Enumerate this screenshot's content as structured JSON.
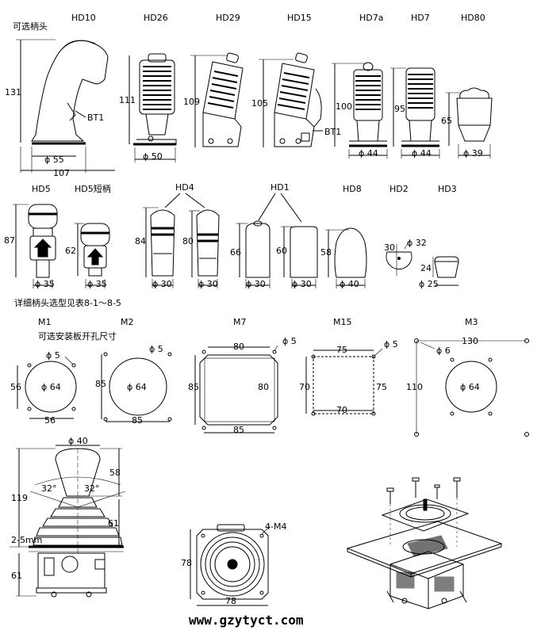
{
  "captions": {
    "optional_handles": "可选柄头",
    "handle_table_note": "详细柄头选型见表8-1～8-5",
    "panel_cutout": "可选安装板开孔尺寸",
    "website": "www.gzytyct.com"
  },
  "handles": {
    "hd10": {
      "name": "HD10",
      "height": "131",
      "base": "ϕ 55",
      "width": "107",
      "tag": "BT1"
    },
    "hd26": {
      "name": "HD26",
      "height": "111",
      "base": "ϕ 50"
    },
    "hd29": {
      "name": "HD29",
      "height": "109"
    },
    "hd15": {
      "name": "HD15",
      "height": "105",
      "tag": "BT1"
    },
    "hd7a": {
      "name": "HD7a",
      "height": "100",
      "base": "ϕ 44"
    },
    "hd7": {
      "name": "HD7",
      "height": "95",
      "base": "ϕ 44"
    },
    "hd80": {
      "name": "HD80",
      "height": "65",
      "base": "ϕ 39"
    },
    "hd5": {
      "name": "HD5",
      "height": "87",
      "base": "ϕ 35"
    },
    "hd5s": {
      "name": "HD5短柄",
      "height": "62",
      "base": "ϕ 35"
    },
    "hd4": {
      "name": "HD4",
      "height_a": "84",
      "height_b": "80",
      "base_a": "ϕ 30",
      "base_b": "ϕ 30"
    },
    "hd1": {
      "name": "HD1",
      "height_a": "66",
      "height_b": "60",
      "base_a": "ϕ 30",
      "base_b": "ϕ 30"
    },
    "hd8": {
      "name": "HD8",
      "height": "58",
      "base": "ϕ 40"
    },
    "hd2": {
      "name": "HD2",
      "height": "30",
      "dia": "ϕ 32"
    },
    "hd3": {
      "name": "HD3",
      "height": "24",
      "base": "ϕ 25"
    }
  },
  "cutouts": {
    "m1": {
      "name": "M1",
      "hole": "ϕ 5",
      "center": "ϕ 64",
      "height": "56",
      "width": "56"
    },
    "m2": {
      "name": "M2",
      "hole": "ϕ 5",
      "center": "ϕ 64",
      "height": "85",
      "width": "85"
    },
    "m7": {
      "name": "M7",
      "hole": "ϕ 5",
      "top": "80",
      "left": "85",
      "right": "80",
      "bottom": "85"
    },
    "m15": {
      "name": "M15",
      "hole": "ϕ 5",
      "top": "75",
      "left": "70",
      "right": "75",
      "bottom": "70"
    },
    "m3": {
      "name": "M3",
      "hole": "ϕ 6",
      "top": "130",
      "left": "110",
      "center": "ϕ 64"
    }
  },
  "assembly": {
    "top_dia": "ϕ 40",
    "knob_h": "58",
    "total_h": "119",
    "angle_l": "32°",
    "angle_r": "32°",
    "boot_h": "61",
    "panel": "2-5mm",
    "lower_h": "61",
    "screws": "4-M4",
    "base_w": "78",
    "base_h": "78"
  }
}
